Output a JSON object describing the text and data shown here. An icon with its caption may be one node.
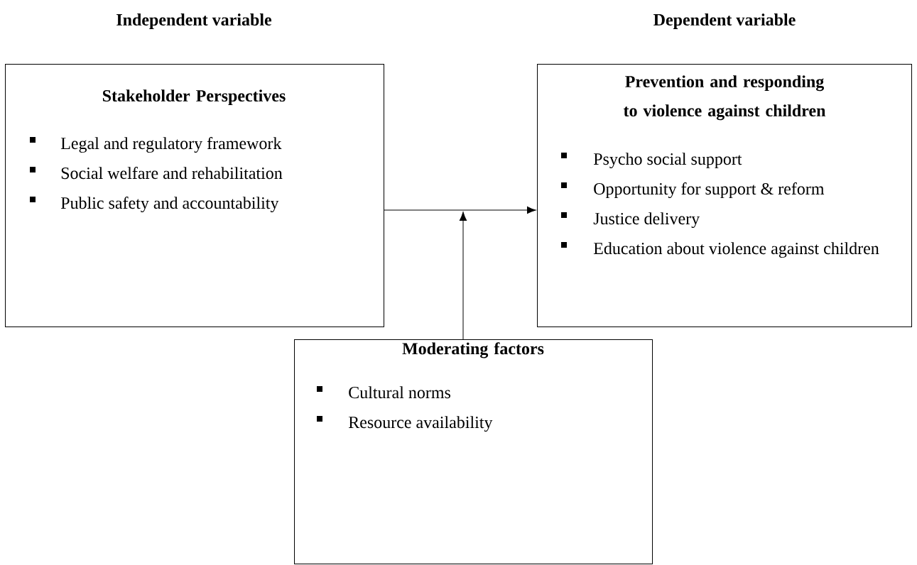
{
  "diagram": {
    "nodes": [
      {
        "text": [
          "Stakeholder Perspectives",
          "Legal and regulatory framework",
          "Social welfare and rehabilitation",
          "Public safety and accountability"
        ]
      },
      {
        "text": [
          "Prevention and responding to violence against children",
          "Psycho social support",
          "Opportunity for support & reform",
          "Justice delivery",
          "Education about violence against children"
        ]
      },
      {
        "text": [
          "Moderating factors",
          "Cultural norms",
          "Resource availability"
        ]
      }
    ],
    "edges": [
      {
        "from": 0,
        "to": 1,
        "arrow": "to"
      },
      {
        "from": 2,
        "to": null,
        "arrow": "to"
      }
    ],
    "labels": [
      "Independent variable",
      "Dependent variable"
    ]
  }
}
